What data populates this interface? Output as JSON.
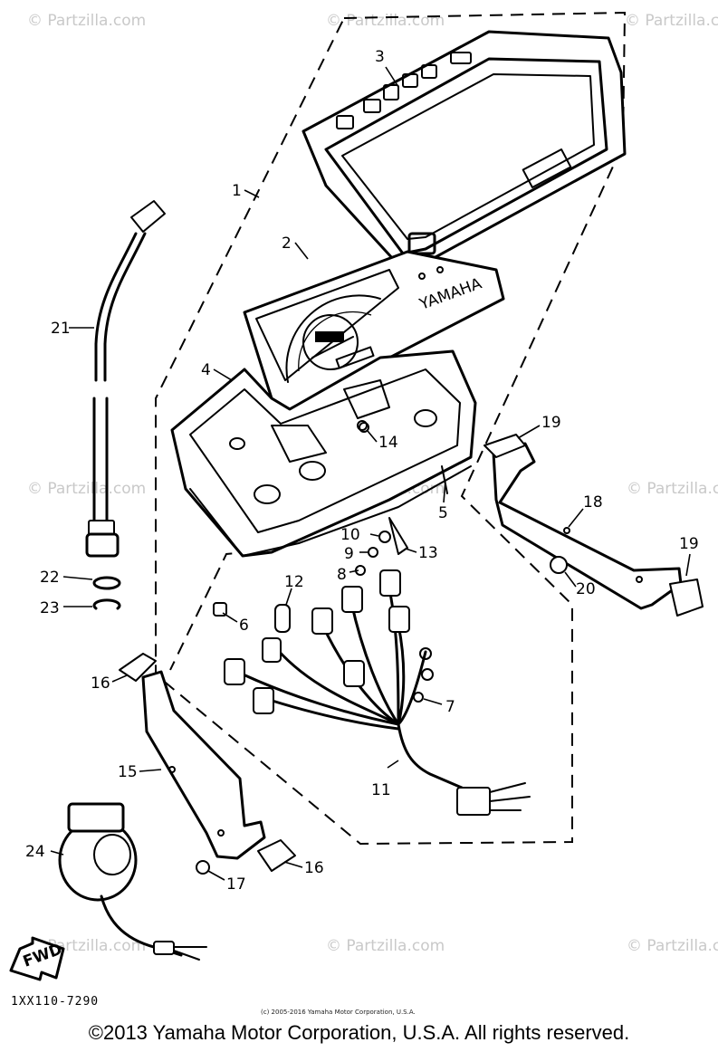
{
  "watermarks": [
    "© Partzilla.com",
    "© Partzilla.com",
    "© Partzilla.com",
    "© Partzilla.com",
    "© Partzilla.com",
    "© Partzilla.com",
    "© Partzilla.com",
    "© Partzilla.com",
    "© Partzilla.com"
  ],
  "callouts": [
    "1",
    "2",
    "3",
    "4",
    "5",
    "6",
    "7",
    "8",
    "9",
    "10",
    "11",
    "12",
    "13",
    "14",
    "15",
    "16",
    "16",
    "17",
    "18",
    "19",
    "19",
    "20",
    "21",
    "22",
    "23",
    "24"
  ],
  "arrow_label": "FWD",
  "meter_brand": "YAMAHA",
  "diagram_code": "1XX110-7290",
  "small_copyright": "(c) 2005-2016 Yamaha Motor Corporation, U.S.A.",
  "copyright": "©2013 Yamaha Motor Corporation, U.S.A. All rights reserved."
}
